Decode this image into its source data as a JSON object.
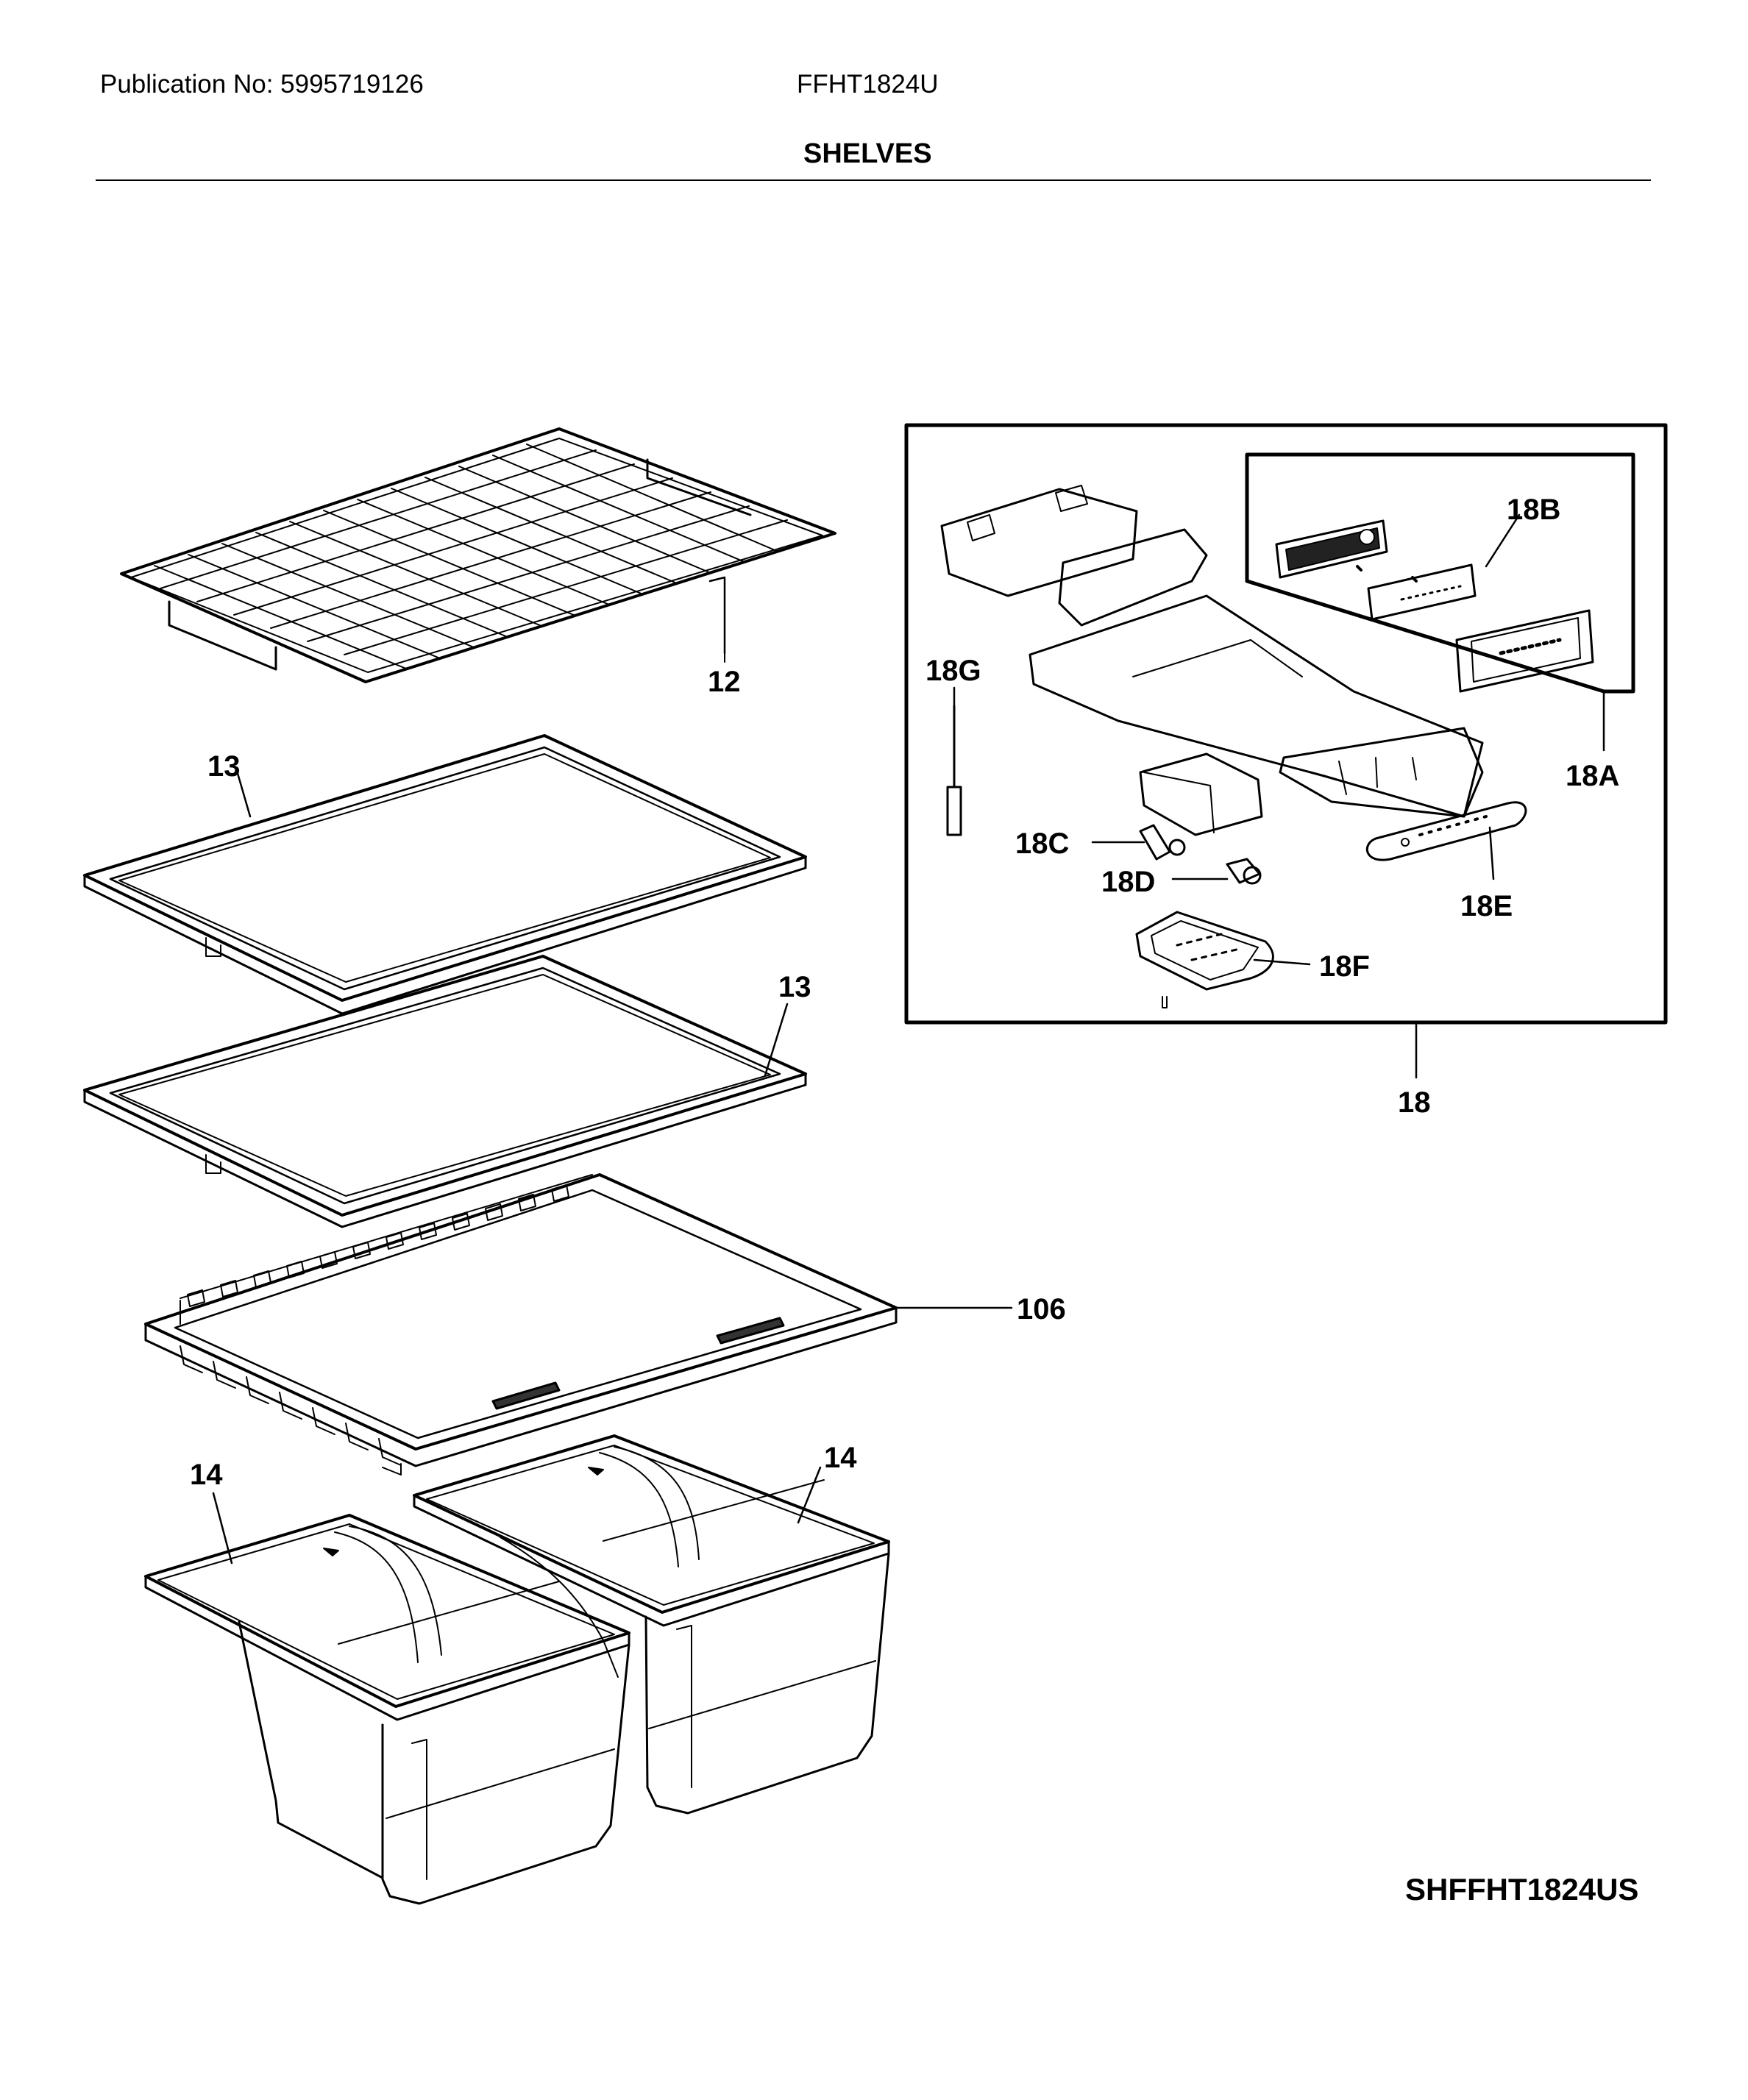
{
  "header": {
    "publication": "Publication No: 5995719126",
    "model": "FFHT1824U",
    "section_title": "SHELVES"
  },
  "callouts": {
    "c12": "12",
    "c13a": "13",
    "c13b": "13",
    "c106": "106",
    "c14a": "14",
    "c14b": "14",
    "c18": "18",
    "c18A": "18A",
    "c18B": "18B",
    "c18C": "18C",
    "c18D": "18D",
    "c18E": "18E",
    "c18F": "18F",
    "c18G": "18G"
  },
  "diagram_code": "SHFFHT1824US"
}
